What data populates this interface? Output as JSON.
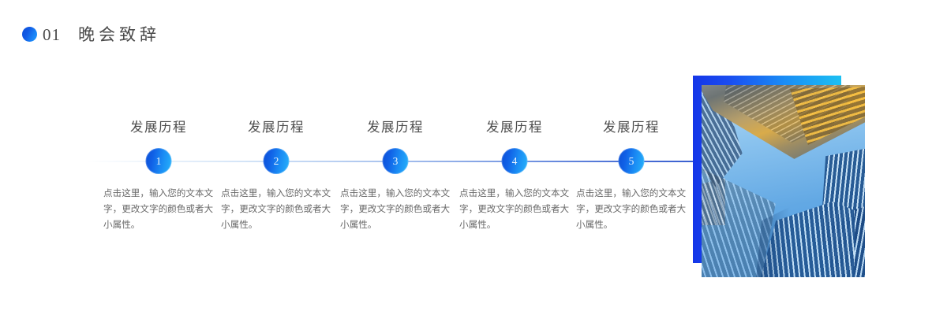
{
  "header": {
    "bullet_icon": "dot-icon",
    "number": "01",
    "title": "晚会致辞",
    "bullet_color": "#1160e5",
    "text_color": "#4a4a4a"
  },
  "timeline": {
    "axis_color_start": "#78afe6",
    "axis_color_end": "#3a60d0",
    "node_gradient_start": "#0c4fd6",
    "node_gradient_end": "#27b4fb",
    "items": [
      {
        "heading": "发展历程",
        "number": "1",
        "body": "点击这里，输入您的文本文字，更改文字的颜色或者大小属性。"
      },
      {
        "heading": "发展历程",
        "number": "2",
        "body": "点击这里，输入您的文本文字，更改文字的颜色或者大小属性。"
      },
      {
        "heading": "发展历程",
        "number": "3",
        "body": "点击这里，输入您的文本文字，更改文字的颜色或者大小属性。"
      },
      {
        "heading": "发展历程",
        "number": "4",
        "body": "点击这里，输入您的文本文字，更改文字的颜色或者大小属性。"
      },
      {
        "heading": "发展历程",
        "number": "5",
        "body": "点击这里，输入您的文本文字，更改文字的颜色或者大小属性。"
      }
    ]
  },
  "photo": {
    "name": "skyscrapers-low-angle-photo",
    "frame_gradient_start": "#1536e8",
    "frame_gradient_end": "#1cc0f2"
  }
}
